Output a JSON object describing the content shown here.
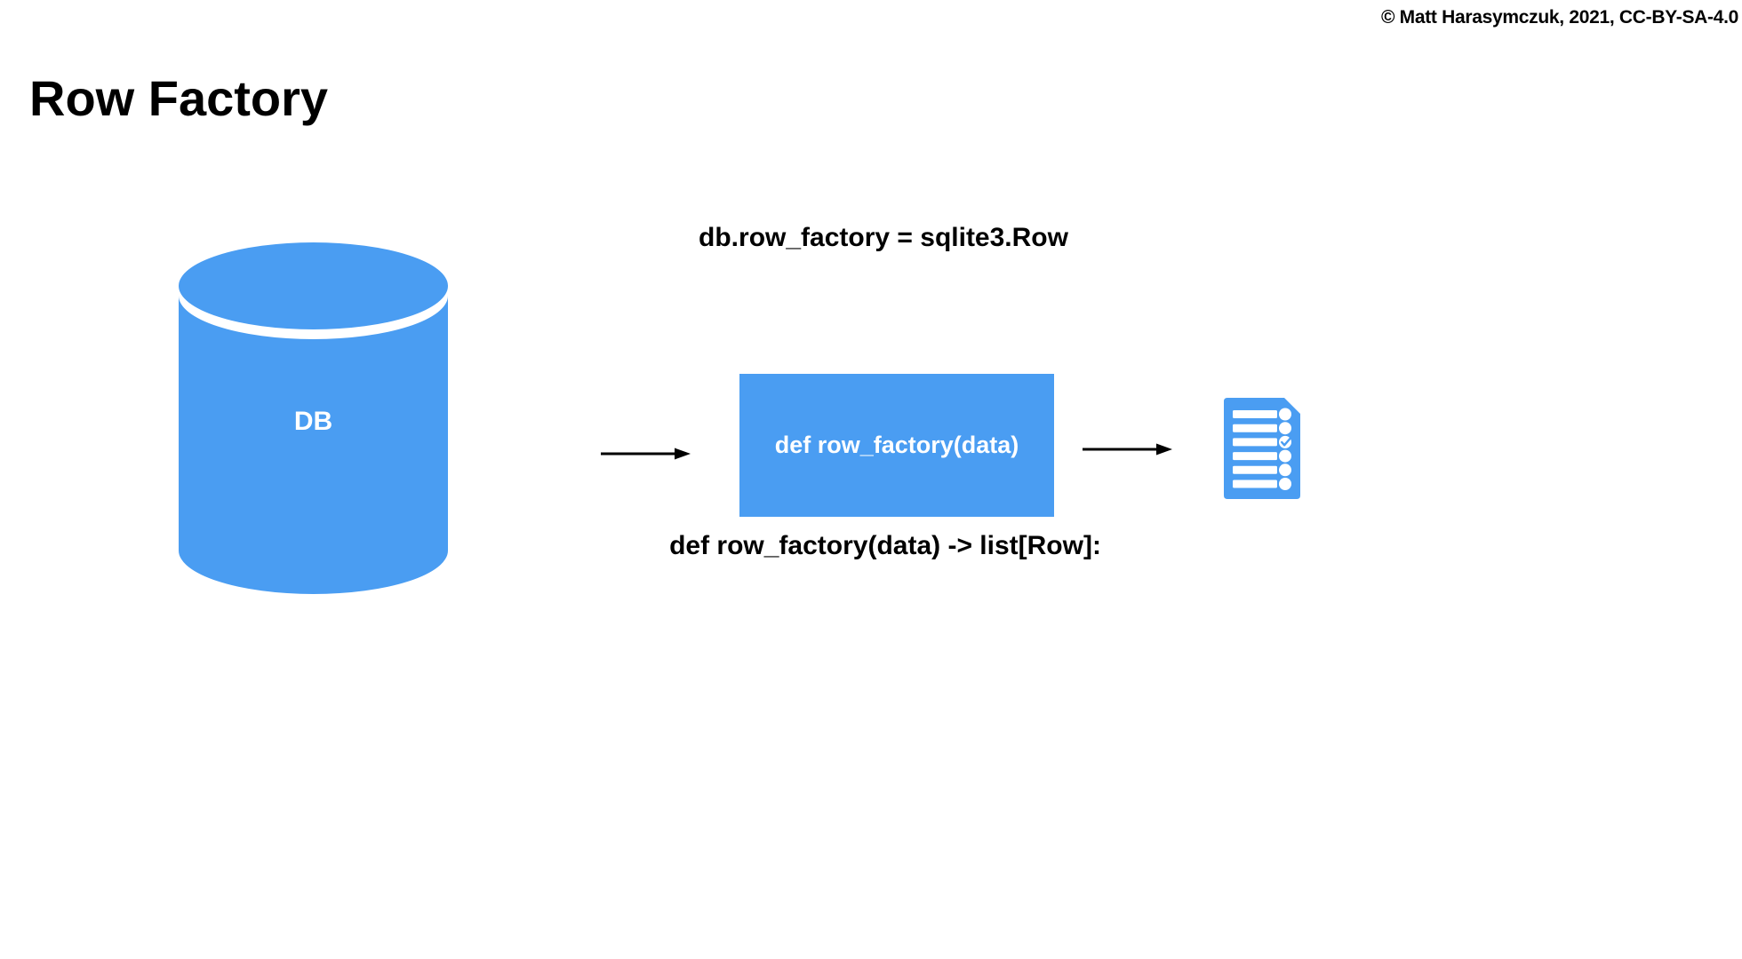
{
  "colors": {
    "accent_blue": "#4A9DF2",
    "text_black": "#000000",
    "background": "#FFFFFF"
  },
  "header": {
    "title": "Row Factory",
    "copyright": "© Matt Harasymczuk, 2021, CC-BY-SA-4.0"
  },
  "diagram": {
    "database": {
      "label": "DB"
    },
    "code_top": "db.row_factory = sqlite3.Row",
    "process_box": {
      "label": "def row_factory(data)"
    },
    "code_bottom": "def row_factory(data) -> list[Row]:"
  }
}
